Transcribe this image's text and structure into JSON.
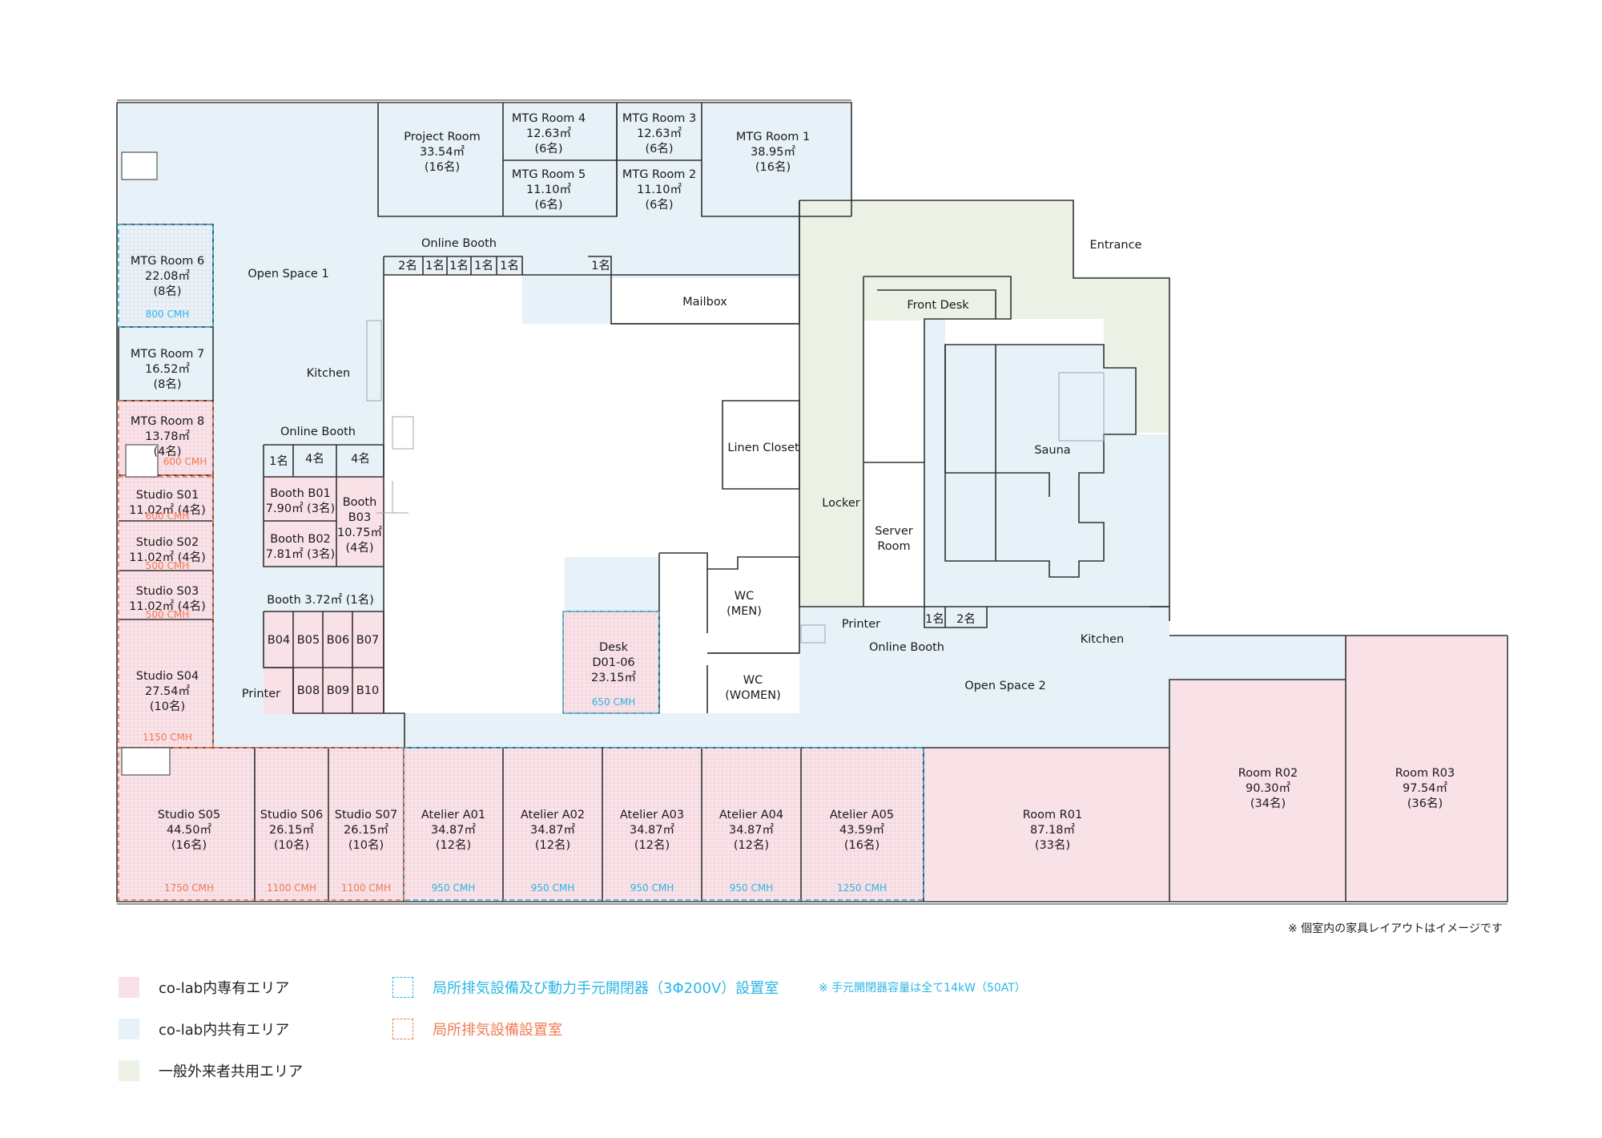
{
  "labels": {
    "project_room": [
      "Project Room",
      "33.54㎡",
      "(16名)"
    ],
    "mtg4": [
      "MTG Room 4",
      "12.63㎡",
      "(6名)"
    ],
    "mtg3": [
      "MTG Room 3",
      "12.63㎡",
      "(6名)"
    ],
    "mtg1": [
      "MTG Room 1",
      "38.95㎡",
      "(16名)"
    ],
    "mtg5": [
      "MTG Room 5",
      "11.10㎡",
      "(6名)"
    ],
    "mtg2": [
      "MTG Room 2",
      "11.10㎡",
      "(6名)"
    ],
    "mtg6": [
      "MTG Room 6",
      "22.08㎡",
      "(8名)"
    ],
    "mtg7": [
      "MTG Room 7",
      "16.52㎡",
      "(8名)"
    ],
    "mtg8": [
      "MTG Room 8",
      "13.78㎡",
      "(4名)"
    ],
    "s01": [
      "Studio S01",
      "11.02㎡ (4名)"
    ],
    "s02": [
      "Studio S02",
      "11.02㎡ (4名)"
    ],
    "s03": [
      "Studio S03",
      "11.02㎡ (4名)"
    ],
    "s04": [
      "Studio S04",
      "27.54㎡",
      "(10名)"
    ],
    "s05": [
      "Studio S05",
      "44.50㎡",
      "(16名)"
    ],
    "s06": [
      "Studio S06",
      "26.15㎡",
      "(10名)"
    ],
    "s07": [
      "Studio S07",
      "26.15㎡",
      "(10名)"
    ],
    "a01": [
      "Atelier A01",
      "34.87㎡",
      "(12名)"
    ],
    "a02": [
      "Atelier A02",
      "34.87㎡",
      "(12名)"
    ],
    "a03": [
      "Atelier A03",
      "34.87㎡",
      "(12名)"
    ],
    "a04": [
      "Atelier A04",
      "34.87㎡",
      "(12名)"
    ],
    "a05": [
      "Atelier A05",
      "43.59㎡",
      "(16名)"
    ],
    "r01": [
      "Room R01",
      "87.18㎡",
      "(33名)"
    ],
    "r02": [
      "Room R02",
      "90.30㎡",
      "(34名)"
    ],
    "r03": [
      "Room R03",
      "97.54㎡",
      "(36名)"
    ],
    "b01": [
      "Booth B01",
      "7.90㎡ (3名)"
    ],
    "b02": [
      "Booth B02",
      "7.81㎡ (3名)"
    ],
    "b03": [
      "Booth",
      "B03",
      "10.75㎡",
      "(4名)"
    ],
    "desk": [
      "Desk",
      "D01-06",
      "23.15㎡"
    ],
    "wc_men": [
      "WC",
      "(MEN)"
    ],
    "wc_women": [
      "WC",
      "(WOMEN)"
    ],
    "server": [
      "Server",
      "Room"
    ],
    "booth_small": "Booth 3.72㎡ (1名)",
    "online_booth": "Online Booth",
    "open_space_1": "Open Space 1",
    "open_space_2": "Open Space 2",
    "kitchen": "Kitchen",
    "printer": "Printer",
    "mailbox": "Mailbox",
    "linen": "Linen Closet",
    "locker": "Locker",
    "front_desk": "Front Desk",
    "sauna": "Sauna",
    "entrance": "Entrance",
    "b04": "B04",
    "b05": "B05",
    "b06": "B06",
    "b07": "B07",
    "b08": "B08",
    "b09": "B09",
    "b10": "B10",
    "cap_1": "1名",
    "cap_2": "2名",
    "cap_4": "4名"
  },
  "cmh": {
    "mtg6": "800 CMH",
    "mtg8": "600 CMH",
    "s01": "600 CMH",
    "s02": "500 CMH",
    "s03": "500 CMH",
    "s04": "1150 CMH",
    "s05": "1750 CMH",
    "s06": "1100 CMH",
    "s07": "1100 CMH",
    "a01": "950 CMH",
    "a02": "950 CMH",
    "a03": "950 CMH",
    "a04": "950 CMH",
    "a05": "1250 CMH",
    "desk": "650 CMH"
  },
  "notes": {
    "furniture": "※ 個室内の家具レイアウトはイメージです",
    "breaker": "※ 手元開閉器容量は全て14kW（50AT）"
  },
  "legend": [
    {
      "label": "co-lab内専有エリア",
      "color": "#f8e1e7"
    },
    {
      "label": "co-lab内共有エリア",
      "color": "#e7f1f8"
    },
    {
      "label": "一般外来者共用エリア",
      "color": "#ebf1e4"
    },
    {
      "label": "局所排気設備及び動力手元開閉器（3Φ200V）設置室",
      "color": "#29b6e6"
    },
    {
      "label": "局所排気設備設置室",
      "color": "#f07a52"
    }
  ],
  "colors": {
    "private": "#f8e1e7",
    "shared": "#e7f1f8",
    "public": "#ebf1e4",
    "blue_dash": "#29b6e6",
    "red_dash": "#f07a52",
    "wall": "#333333"
  }
}
